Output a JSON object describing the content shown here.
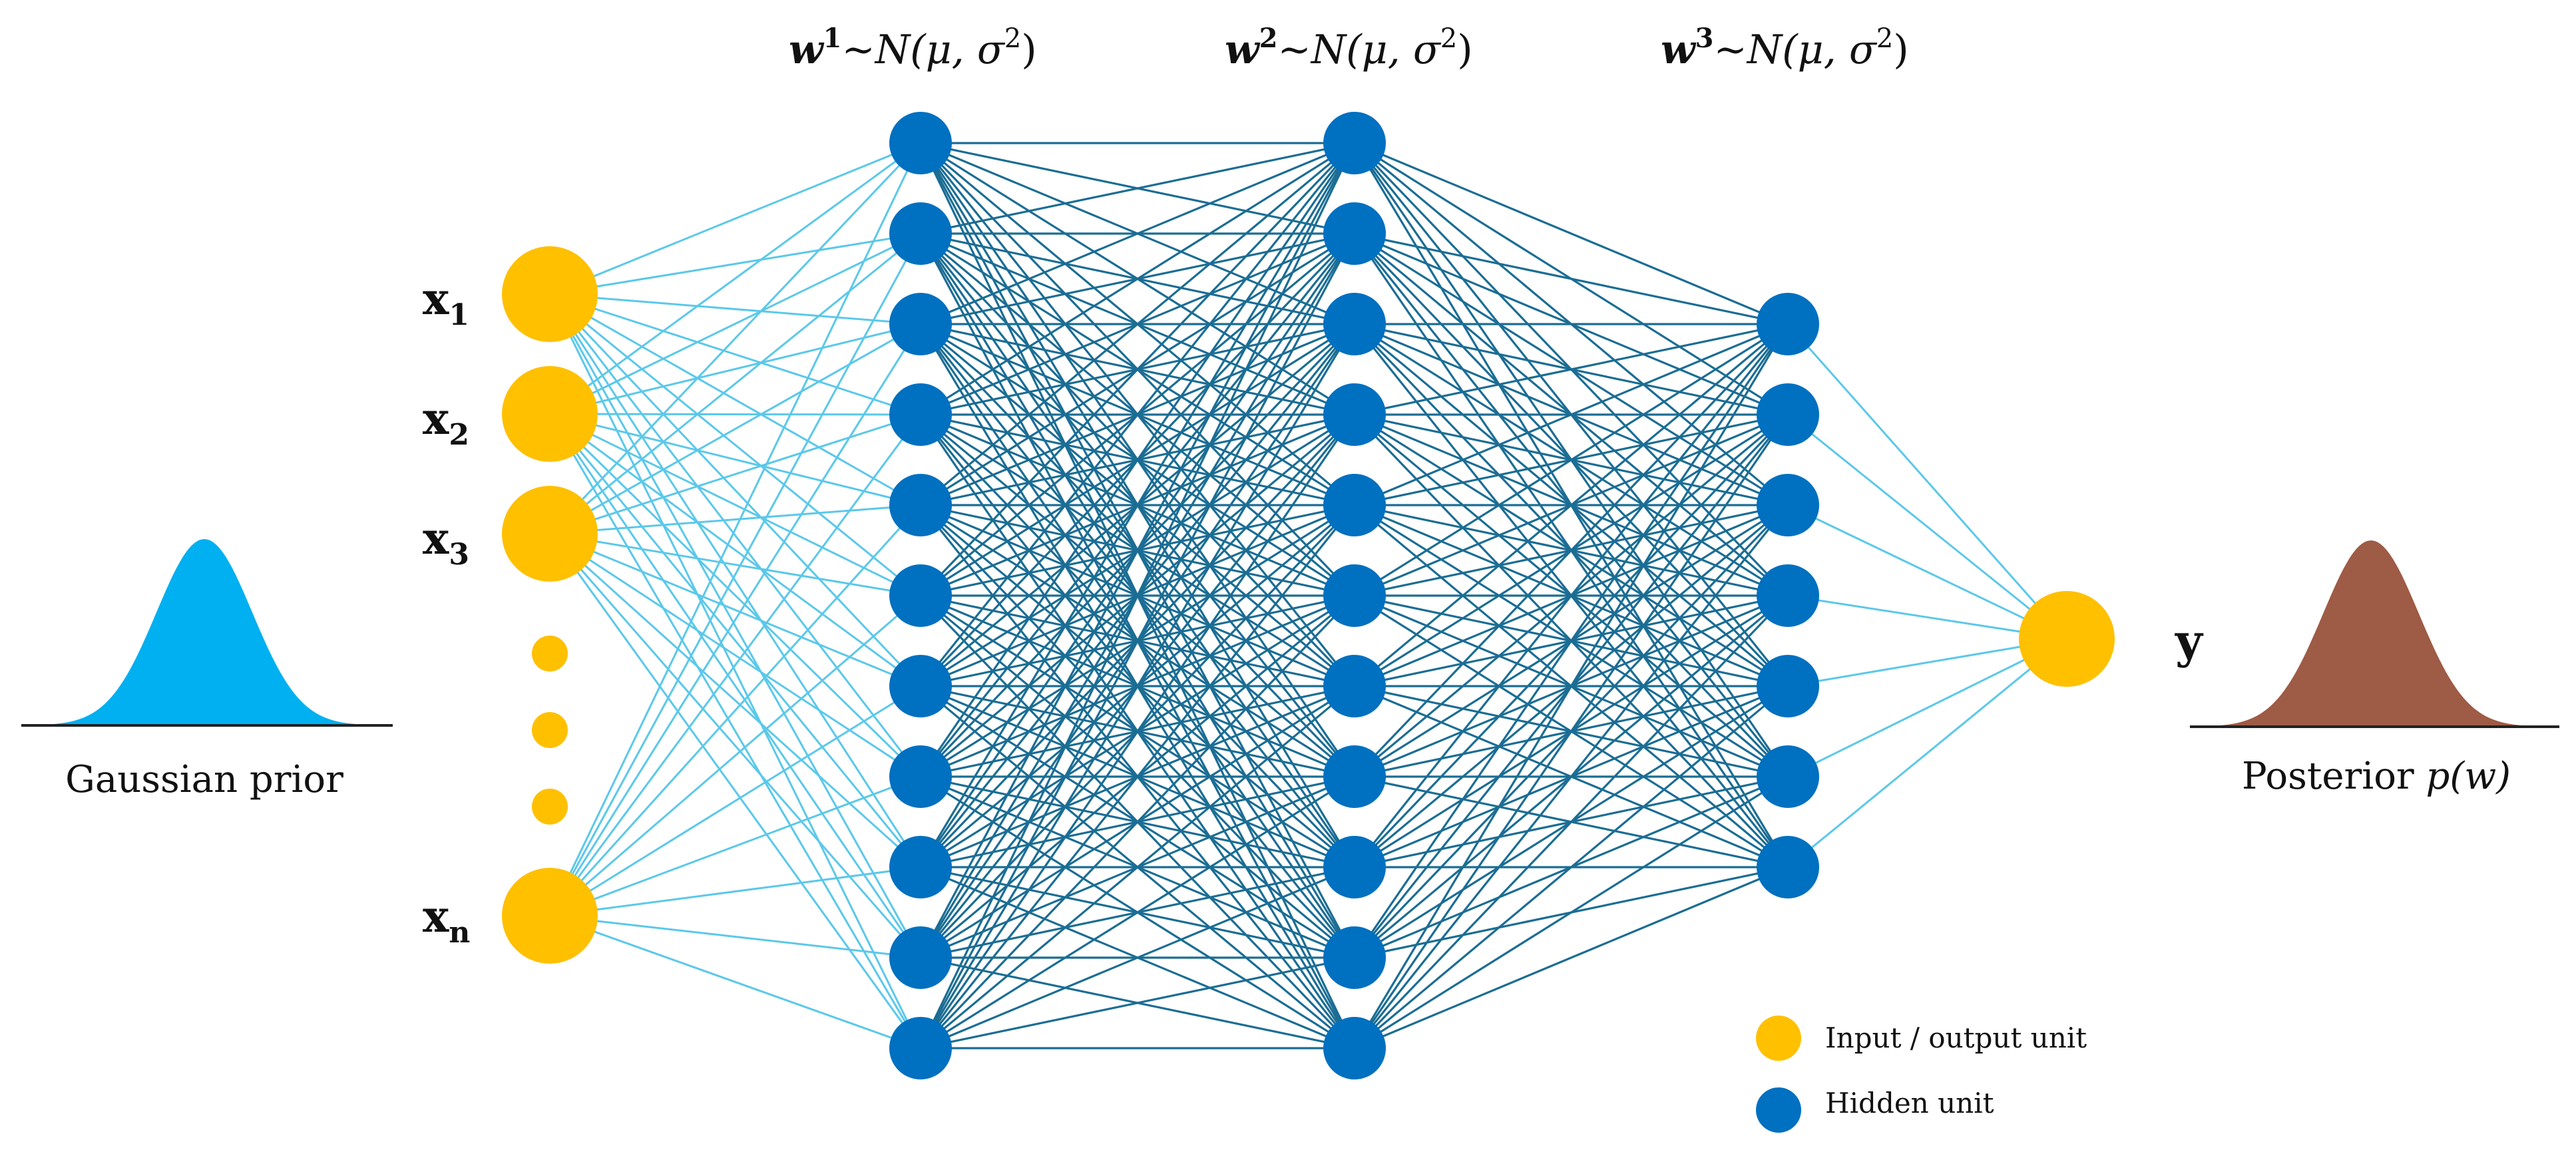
{
  "colors": {
    "input_output_unit": "#FFC000",
    "hidden_unit": "#0070C0",
    "input_edges": "#5BC8EA",
    "hidden_edges": "#1B6D94",
    "prior_curve": "#00B0F0",
    "posterior_curve": "#9E5B45",
    "axis": "#222222"
  },
  "weights": [
    {
      "symbol": "w",
      "sup": "1",
      "rest": "~N(μ, σ",
      "sq": "2",
      "close": ")"
    },
    {
      "symbol": "w",
      "sup": "2",
      "rest": "~N(μ, σ",
      "sq": "2",
      "close": ")"
    },
    {
      "symbol": "w",
      "sup": "3",
      "rest": "~N(μ, σ",
      "sq": "2",
      "close": ")"
    }
  ],
  "inputs": [
    {
      "base": "x",
      "sub": "1"
    },
    {
      "base": "x",
      "sub": "2"
    },
    {
      "base": "x",
      "sub": "3"
    },
    {
      "base": "x",
      "sub": "n"
    }
  ],
  "output_label": "y",
  "prior": {
    "caption": "Gaussian prior"
  },
  "posterior": {
    "caption_text": "Posterior ",
    "caption_math": "p(w)"
  },
  "legend": {
    "input_output": "Input / output unit",
    "hidden": "Hidden unit"
  },
  "network": {
    "input_units": 4,
    "ellipsis_dots": 3,
    "hidden_layers": [
      11,
      11,
      7
    ],
    "output_units": 1
  }
}
